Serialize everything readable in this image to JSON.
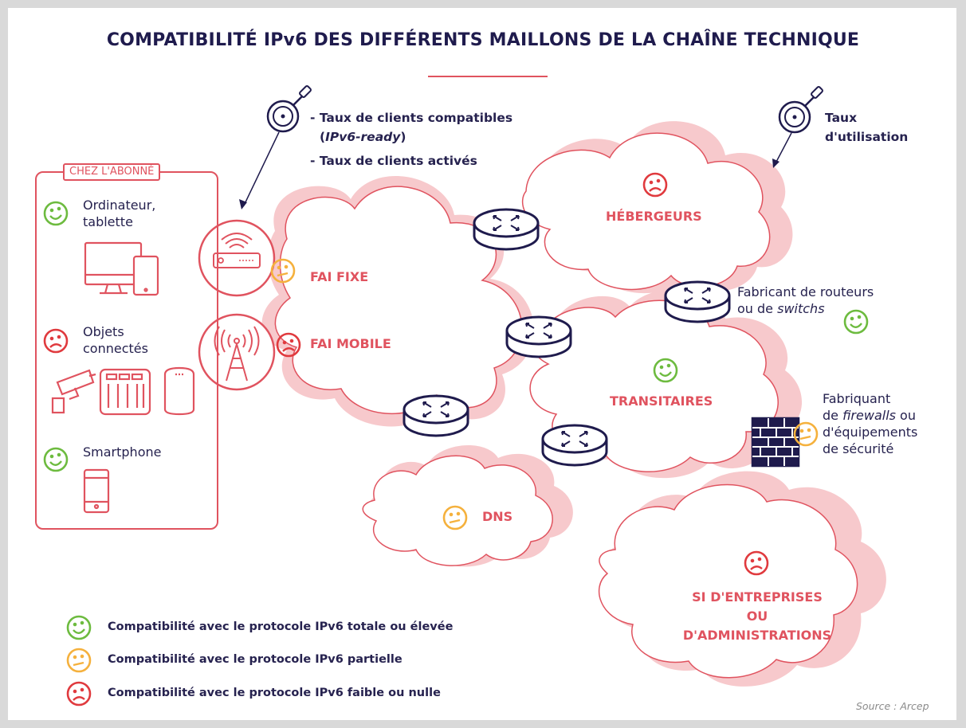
{
  "title": "COMPATIBILITÉ IPv6 DES DIFFÉRENTS MAILLONS DE LA CHAÎNE TECHNIQUE",
  "colors": {
    "red": "#e0535f",
    "pink_fill": "#f7c9cc",
    "navy": "#26224f",
    "green": "#6dbb3f",
    "yellow": "#f5b13d",
    "face_red": "#e03a3e"
  },
  "indicators": {
    "left": {
      "line1_prefix": "- Taux de clients compatibles",
      "line2_open": "(",
      "line2_italic": "IPv6-ready",
      "line2_close": ")",
      "line3": "- Taux de clients activés"
    },
    "right": {
      "line1": "Taux",
      "line2": "d'utilisation"
    }
  },
  "subscriber": {
    "heading": "CHEZ L'ABONNÉ",
    "devices": [
      {
        "label_line1": "Ordinateur,",
        "label_line2": "tablette",
        "rating": "green"
      },
      {
        "label_line1": "Objets",
        "label_line2": "connectés",
        "rating": "red"
      },
      {
        "label_line1": "Smartphone",
        "label_line2": "",
        "rating": "green"
      }
    ]
  },
  "clouds": {
    "fai_fixe": "FAI FIXE",
    "fai_mobile": "FAI MOBILE",
    "hebergeurs": "HÉBERGEURS",
    "transitaires": "TRANSITAIRES",
    "dns": "DNS",
    "si_line1": "SI D'ENTREPRISES",
    "si_line2": "OU D'ADMINISTRATIONS"
  },
  "vendors": {
    "routeurs_line1": "Fabricant de routeurs",
    "routeurs_line2_prefix": "ou de ",
    "routeurs_line2_italic": "switchs",
    "firewall_line1": "Fabriquant",
    "firewall_line2_prefix": "de ",
    "firewall_line2_italic": "firewalls",
    "firewall_line2_suffix": " ou",
    "firewall_line3": "d'équipements",
    "firewall_line4": "de sécurité"
  },
  "legend": [
    {
      "rating": "green",
      "text": "Compatibilité avec le protocole IPv6 totale ou élevée"
    },
    {
      "rating": "yellow",
      "text": "Compatibilité avec le protocole IPv6 partielle"
    },
    {
      "rating": "red",
      "text": "Compatibilité avec le protocole IPv6 faible ou nulle"
    }
  ],
  "source": "Source : Arcep",
  "icons": [
    "magnifier-icon",
    "router-icon",
    "wifi-box-icon",
    "antenna-tower-icon",
    "computer-icon",
    "tablet-icon",
    "camera-icon",
    "nas-icon",
    "smart-speaker-icon",
    "smartphone-icon",
    "firewall-icon",
    "smiley-happy-icon",
    "smiley-neutral-icon",
    "smiley-sad-icon"
  ]
}
